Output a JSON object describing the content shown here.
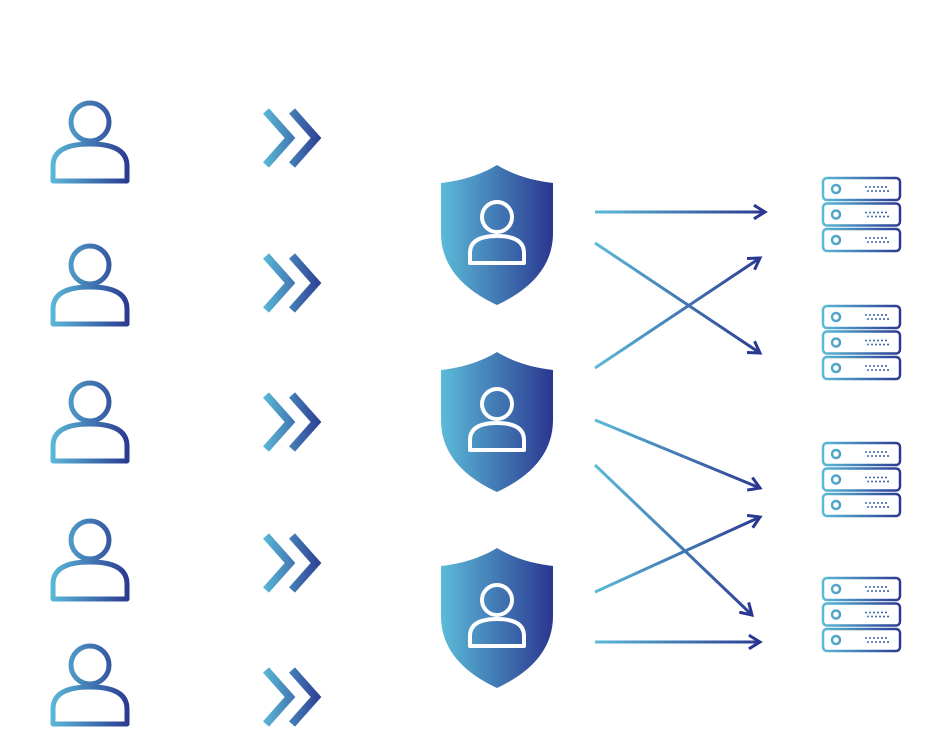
{
  "diagram": {
    "users": [
      {
        "icon": "user-icon"
      },
      {
        "icon": "user-icon"
      },
      {
        "icon": "user-icon"
      },
      {
        "icon": "user-icon"
      },
      {
        "icon": "user-icon"
      }
    ],
    "chevrons": [
      {
        "icon": "double-chevron-right-icon"
      },
      {
        "icon": "double-chevron-right-icon"
      },
      {
        "icon": "double-chevron-right-icon"
      },
      {
        "icon": "double-chevron-right-icon"
      },
      {
        "icon": "double-chevron-right-icon"
      }
    ],
    "gateways": [
      {
        "icon": "shield-user-icon"
      },
      {
        "icon": "shield-user-icon"
      },
      {
        "icon": "shield-user-icon"
      }
    ],
    "servers": [
      {
        "icon": "server-stack-icon"
      },
      {
        "icon": "server-stack-icon"
      },
      {
        "icon": "server-stack-icon"
      },
      {
        "icon": "server-stack-icon"
      }
    ],
    "connections": [
      {
        "from": "gateway-1",
        "to": "server-1"
      },
      {
        "from": "gateway-1",
        "to": "server-2"
      },
      {
        "from": "gateway-2",
        "to": "server-1"
      },
      {
        "from": "gateway-2",
        "to": "server-3"
      },
      {
        "from": "gateway-2",
        "to": "server-4"
      },
      {
        "from": "gateway-3",
        "to": "server-3"
      },
      {
        "from": "gateway-3",
        "to": "server-4"
      }
    ]
  },
  "colors": {
    "gradient_start": "#5bbbd8",
    "gradient_end": "#2a3790",
    "background": "#ffffff"
  }
}
